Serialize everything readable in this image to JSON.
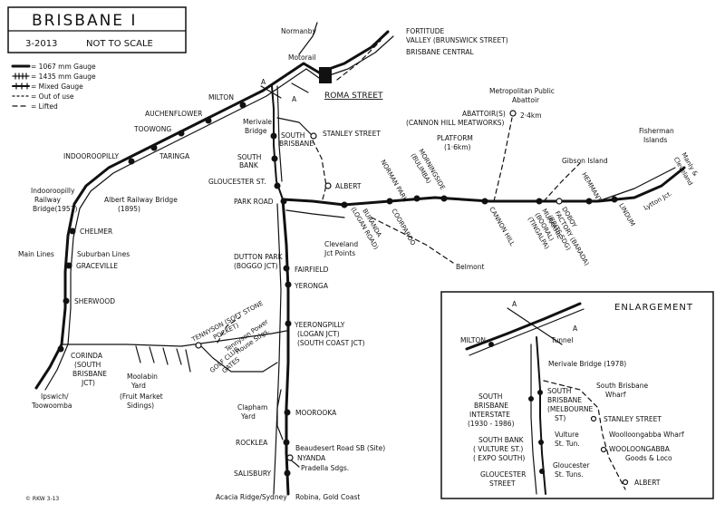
{
  "title": "BRISBANE I",
  "subtitle_date": "3-2013",
  "subtitle_scale": "NOT TO SCALE",
  "legend": [
    {
      "symbol": "gauge-1067",
      "label": "= 1067 mm Gauge"
    },
    {
      "symbol": "gauge-1435",
      "label": "= 1435 mm Gauge"
    },
    {
      "symbol": "mixed-gauge",
      "label": "= Mixed Gauge"
    },
    {
      "symbol": "out-of-use",
      "label": "= Out of use"
    },
    {
      "symbol": "lifted",
      "label": "= Lifted"
    }
  ],
  "labels": {
    "normanby": "Normanby",
    "fortitude1": "FORTITUDE",
    "fortitude2": "VALLEY (BRUNSWICK STREET)",
    "brisbane_central": "BRISBANE CENTRAL",
    "motorail": "Motorail",
    "roma_street": "ROMA STREET",
    "milton": "MILTON",
    "a_left": "A",
    "a_right": "A",
    "auchenflower": "AUCHENFLOWER",
    "toowong": "TOOWONG",
    "taringa": "TARINGA",
    "indooroopilly": "INDOOROOPILLY",
    "indoo_bridge1": "Indooroopilly",
    "indoo_bridge2": "Railway",
    "indoo_bridge3": "Bridge(1957)",
    "albert_bridge1": "Albert Railway Bridge",
    "albert_bridge2": "(1895)",
    "chelmer": "CHELMER",
    "main_lines": "Main Lines",
    "suburban_lines": "Suburban Lines",
    "graceville": "GRACEVILLE",
    "sherwood": "SHERWOOD",
    "corinda1": "CORINDA",
    "corinda2": "(SOUTH",
    "corinda3": "BRISBANE",
    "corinda4": "JCT)",
    "ipswich1": "Ipswich/",
    "ipswich2": "Toowoomba",
    "moolabin1": "Moolabin",
    "moolabin2": "Yard",
    "moolabin3": "(Fruit Market",
    "moolabin4": "Sidings)",
    "merivale1": "Merivale",
    "merivale2": "Bridge",
    "south_brisbane1": "SOUTH",
    "south_brisbane2": "BRISBANE",
    "south_bank1": "SOUTH",
    "south_bank2": "BANK",
    "stanley_street": "STANLEY STREET",
    "gloucester_st": "GLOUCESTER ST.",
    "albert": "ALBERT",
    "park_road": "PARK ROAD",
    "dutton_park1": "DUTTON PARK",
    "dutton_park2": "(BOGGO JCT)",
    "fairfield": "FAIRFIELD",
    "yeronga": "YERONGA",
    "yeerongpilly1": "YEERONGPILLY",
    "yeerongpilly2": "(LOGAN JCT)",
    "yeerongpilly3": "(SOUTH COAST JCT)",
    "tennyson1": "TENNYSON (SOFT STONE",
    "tennyson2": "POCKET)",
    "tennyson_power1": "Tennyson Power",
    "tennyson_power2": "House Sdgs.",
    "golf_club1": "GOLF CLUB",
    "golf_club2": "GATES",
    "clapham1": "Clapham",
    "clapham2": "Yard",
    "moorooka": "MOOROOKA",
    "rocklea": "ROCKLEA",
    "beaudesert": "Beaudesert Road SB (Site)",
    "nyanda": "NYANDA",
    "pradella": "Pradella Sdgs.",
    "salisbury": "SALISBURY",
    "acacia": "Acacia Ridge/Sydney",
    "robina": "Robina, Gold Coast",
    "buranda1": "BURANDA",
    "buranda2": "(LOGAN ROAD)",
    "cleveland_jct1": "Cleveland",
    "cleveland_jct2": "Jct Points",
    "coorparoo": "COORPAROO",
    "norman_park": "NORMAN PARK",
    "morningside1": "MORNINGSIDE",
    "morningside2": "(BULIMBA)",
    "cannon_hill": "CANNON HILL",
    "belmont": "Belmont",
    "murarrie1": "MURARRIE",
    "murarrie2": "(BOORAL)",
    "murarrie3": "(TINGALPA)",
    "doboy1": "DOBOY",
    "doboy2": "FACTORY (BARADA)",
    "doboy3": "(BRITS SDG)",
    "hemmant": "HEMMANT",
    "lindum": "LINDUM",
    "lytton": "Lytton Jct.",
    "manly1": "Manly &",
    "manly2": "Cleveland",
    "fisherman1": "Fisherman",
    "fisherman2": "Islands",
    "gibson": "Gibson Island",
    "platform1": "PLATFORM",
    "platform2": "(1·6km)",
    "abattoirs1": "ABATTOIR(S)",
    "abattoirs2": "(CANNON HILL MEATWORKS)",
    "abattoir_dist": "2·4km",
    "metro1": "Metropolitan Public",
    "metro2": "Abattoir",
    "copyright": "© RKW 3-13",
    "enl_title": "ENLARGEMENT",
    "enl_milton": "MILTON",
    "enl_a1": "A",
    "enl_a2": "A",
    "enl_tunnel": "Tunnel",
    "enl_merivale": "Merivale Bridge (1978)",
    "enl_sb_int1": "SOUTH",
    "enl_sb_int2": "BRISBANE",
    "enl_sb_int3": "INTERSTATE",
    "enl_sb_int4": "(1930 - 1986)",
    "enl_sb1": "SOUTH",
    "enl_sb2": "BRISBANE",
    "enl_sb3": "(MELBOURNE",
    "enl_sb4": "ST)",
    "enl_sbw1": "South Brisbane",
    "enl_sbw2": "Wharf",
    "enl_stanley": "STANLEY STREET",
    "enl_woolw": "Woolloongabba Wharf",
    "enl_vulture1": "Vulture",
    "enl_vulture2": "St. Tun.",
    "enl_southbank1": "SOUTH BANK",
    "enl_southbank2": "( VULTURE ST.)",
    "enl_southbank3": "( EXPO SOUTH)",
    "enl_wool1": "WOOLOONGABBA",
    "enl_wool2": "Goods & Loco",
    "enl_glou1": "GLOUCESTER",
    "enl_glou2": "STREET",
    "enl_glou_tun1": "Gloucester",
    "enl_glou_tun2": "St. Tuns.",
    "enl_albert": "ALBERT"
  }
}
